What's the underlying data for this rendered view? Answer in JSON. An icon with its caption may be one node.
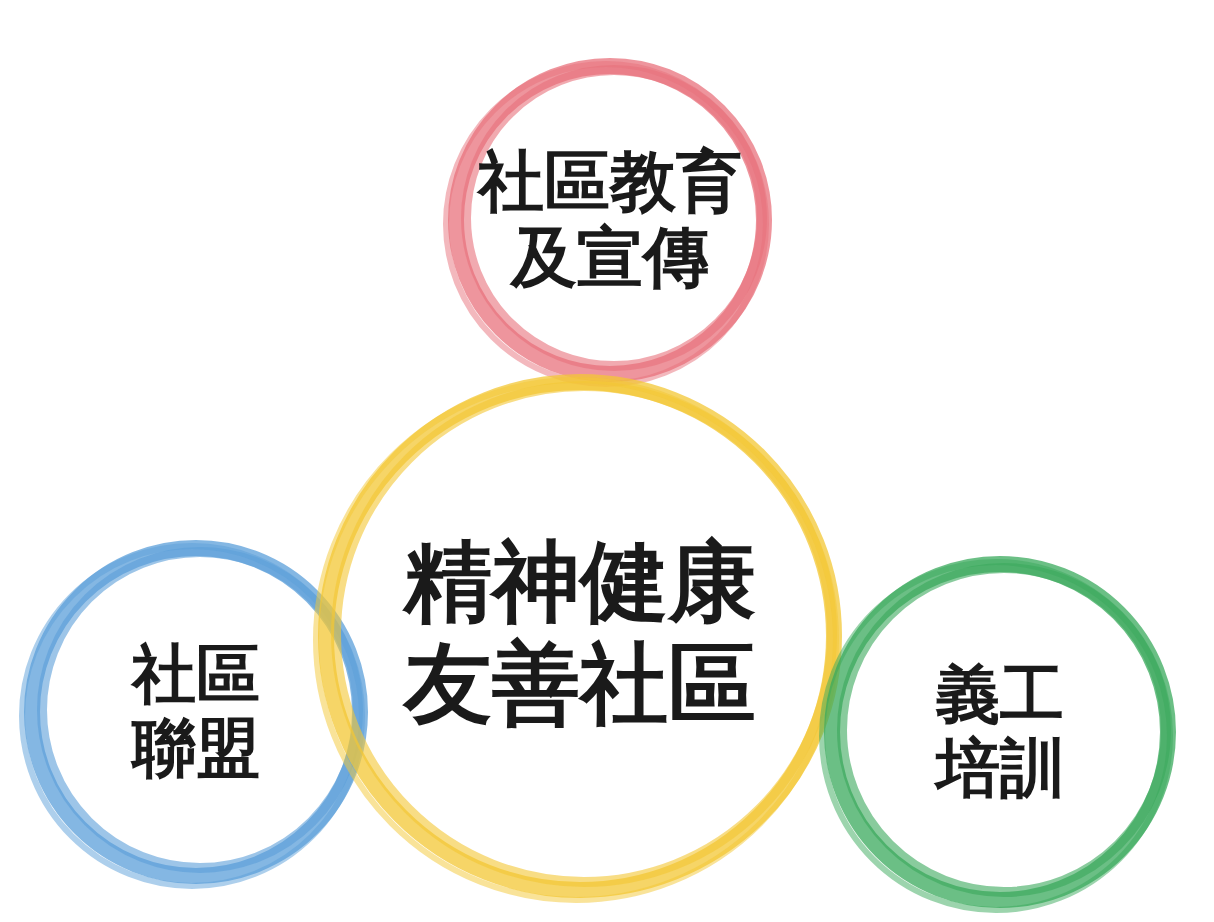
{
  "diagram": {
    "nodes": [
      {
        "text": [
          "社區教育及宣傳"
        ]
      },
      {
        "text": [
          "社區聯盟"
        ]
      },
      {
        "text": [
          "精神健康友善社區"
        ]
      },
      {
        "text": [
          "義工培訓"
        ]
      }
    ]
  }
}
